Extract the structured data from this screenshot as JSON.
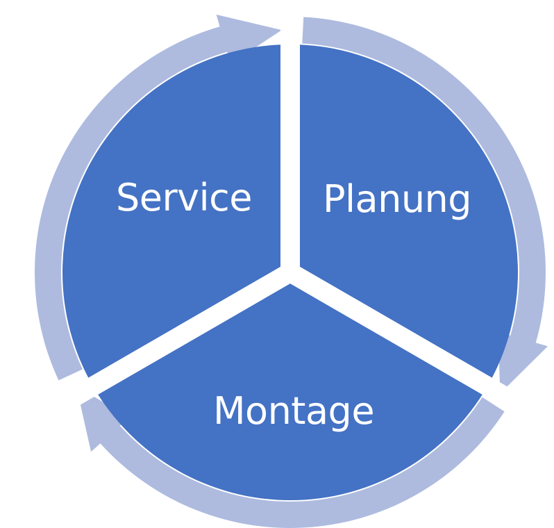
{
  "diagram": {
    "type": "cycle",
    "colors": {
      "segment_fill": "#4472c4",
      "arrow_fill": "#aebbdf",
      "separator": "#ffffff",
      "label_text": "#ffffff"
    },
    "segments": [
      {
        "id": "planung",
        "label": "Planung"
      },
      {
        "id": "montage",
        "label": "Montage"
      },
      {
        "id": "service",
        "label": "Service"
      }
    ],
    "flow": [
      "Planung",
      "Montage",
      "Service",
      "Planung"
    ],
    "direction": "clockwise"
  }
}
